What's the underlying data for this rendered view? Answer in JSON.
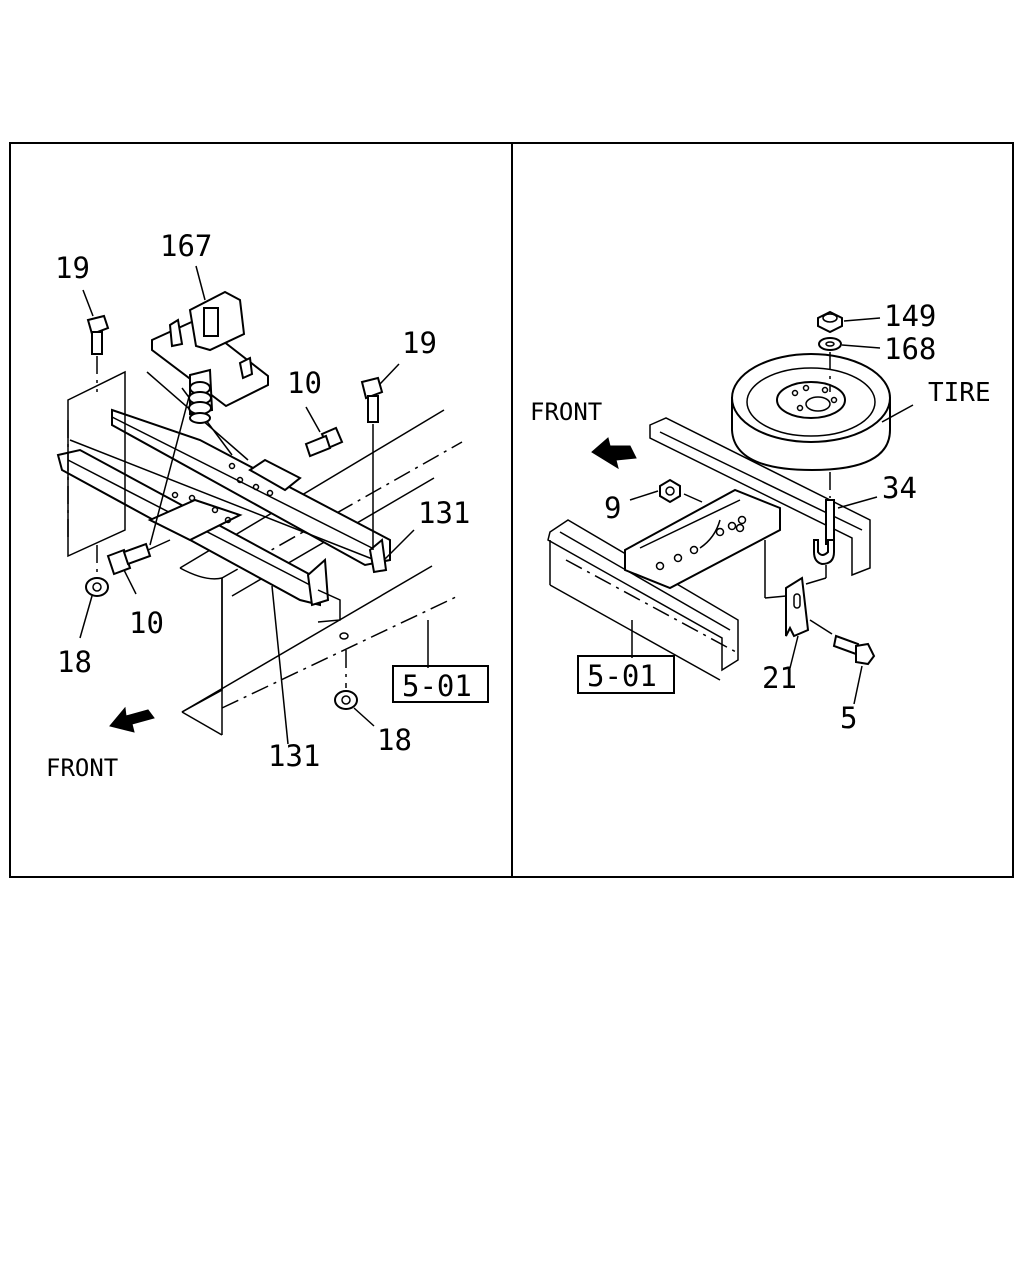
{
  "left_panel": {
    "labels": {
      "p167": "167",
      "p19_left": "19",
      "p19_right": "19",
      "p10_top": "10",
      "p10_bottom": "10",
      "p131_right": "131",
      "p131_bottom": "131",
      "p18_left": "18",
      "p18_bottom": "18",
      "ref": "5-01",
      "front": "FRONT"
    }
  },
  "right_panel": {
    "labels": {
      "p149": "149",
      "p168": "168",
      "tire": "TIRE",
      "front": "FRONT",
      "p34": "34",
      "p9": "9",
      "p21": "21",
      "p5": "5",
      "ref": "5-01"
    }
  }
}
